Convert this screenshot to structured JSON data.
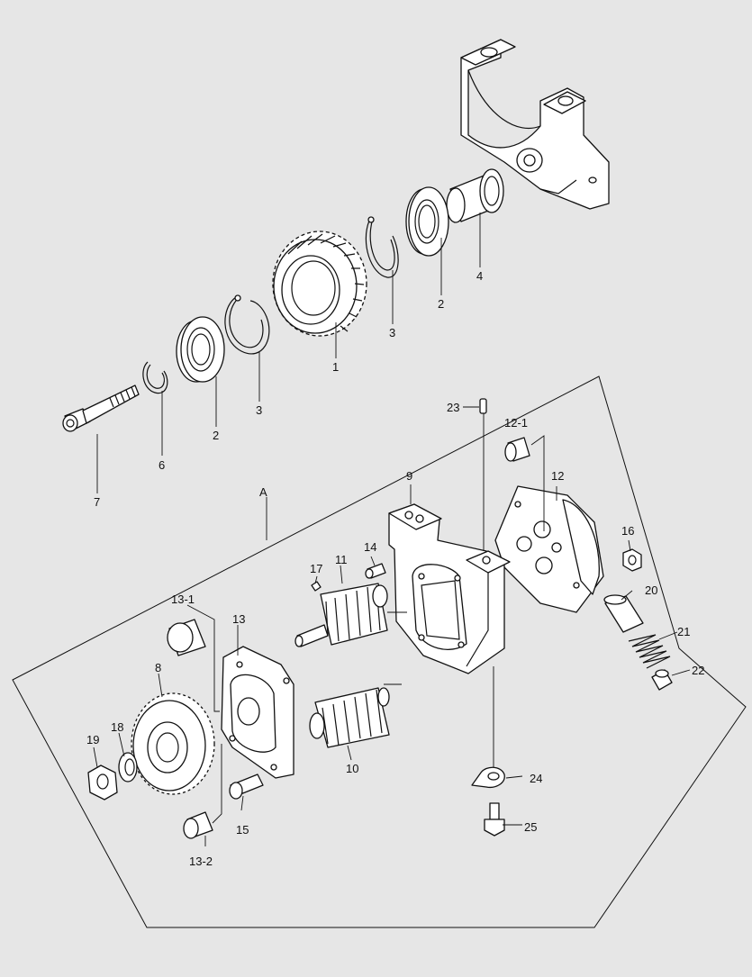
{
  "labels": {
    "p1": "1",
    "p2a": "2",
    "p2b": "2",
    "p3a": "3",
    "p3b": "3",
    "p4": "4",
    "p6": "6",
    "p7": "7",
    "p8": "8",
    "p9": "9",
    "p10": "10",
    "p11": "11",
    "p12": "12",
    "p12_1": "12-1",
    "p13": "13",
    "p13_1": "13-1",
    "p13_2": "13-2",
    "p14": "14",
    "p15": "15",
    "p16": "16",
    "p17": "17",
    "p18": "18",
    "p19": "19",
    "p20": "20",
    "p21": "21",
    "p22": "22",
    "p23": "23",
    "p24": "24",
    "p25": "25",
    "group_a": "A"
  }
}
